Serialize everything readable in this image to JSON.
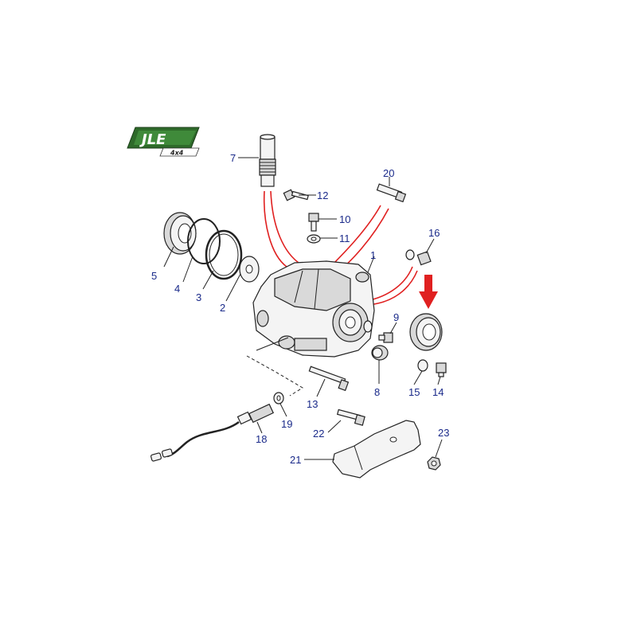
{
  "logo": {
    "brand": "JLE",
    "sub": "4x4",
    "bg_color": "#2e6a2a"
  },
  "accent_color": "#e02020",
  "label_color": "#1a2a8a",
  "callouts": [
    "1",
    "2",
    "3",
    "4",
    "5",
    "7",
    "8",
    "9",
    "10",
    "11",
    "12",
    "13",
    "14",
    "15",
    "16",
    "18",
    "19",
    "20",
    "21",
    "22",
    "23"
  ],
  "highlight_arrow": "red-down-arrow"
}
